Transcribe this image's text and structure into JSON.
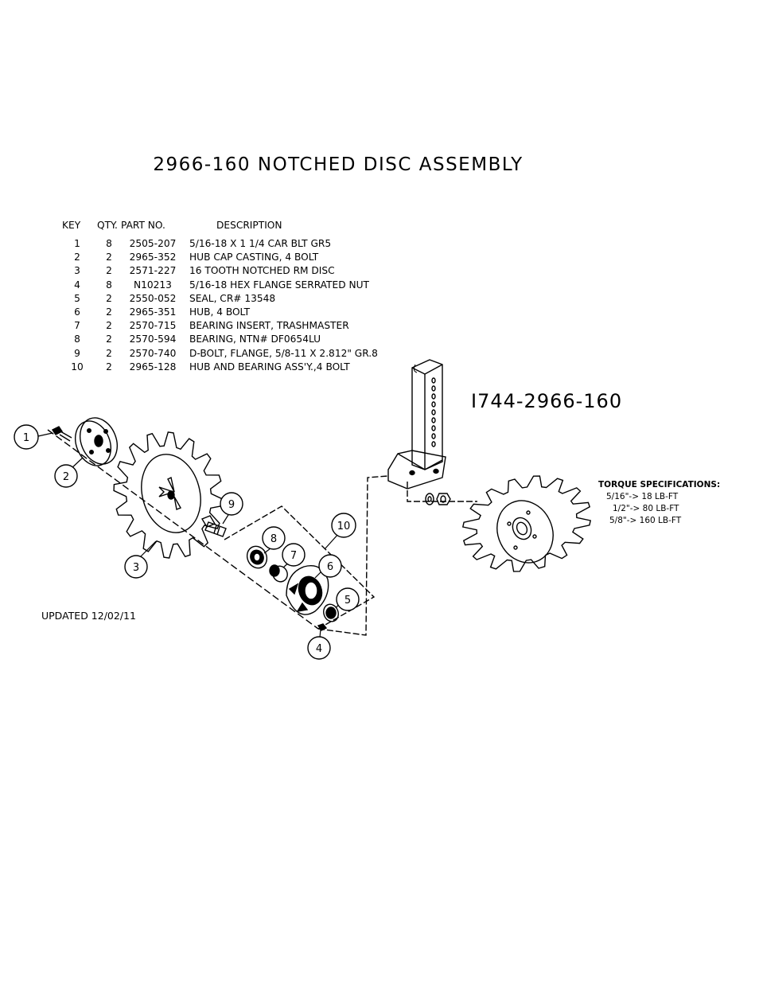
{
  "title": "2966-160 NOTCHED DISC ASSEMBLY",
  "parts_table": {
    "headers": [
      "KEY",
      "QTY.",
      "PART NO.",
      "DESCRIPTION"
    ],
    "rows": [
      {
        "key": "1",
        "qty": "8",
        "part_no": "2505-207",
        "description": "5/16-18 X 1 1/4 CAR BLT GR5"
      },
      {
        "key": "2",
        "qty": "2",
        "part_no": "2965-352",
        "description": "HUB CAP CASTING, 4 BOLT"
      },
      {
        "key": "3",
        "qty": "2",
        "part_no": "2571-227",
        "description": "16 TOOTH NOTCHED RM DISC"
      },
      {
        "key": "4",
        "qty": "8",
        "part_no": "N10213",
        "description": "5/16-18 HEX FLANGE SERRATED NUT"
      },
      {
        "key": "5",
        "qty": "2",
        "part_no": "2550-052",
        "description": "SEAL, CR# 13548"
      },
      {
        "key": "6",
        "qty": "2",
        "part_no": "2965-351",
        "description": "HUB, 4 BOLT"
      },
      {
        "key": "7",
        "qty": "2",
        "part_no": "2570-715",
        "description": "BEARING INSERT, TRASHMASTER"
      },
      {
        "key": "8",
        "qty": "2",
        "part_no": "2570-594",
        "description": "BEARING,  NTN# DF0654LU"
      },
      {
        "key": "9",
        "qty": "2",
        "part_no": "2570-740",
        "description": "D-BOLT, FLANGE, 5/8-11 X 2.812\" GR.8"
      },
      {
        "key": "10",
        "qty": "2",
        "part_no": "2965-128",
        "description": "HUB AND BEARING ASS'Y.,4 BOLT"
      }
    ]
  },
  "assembly_number": "I744-2966-160",
  "torque": {
    "heading": "TORQUE SPECIFICATIONS:",
    "rows": [
      "5/16\"-> 18 LB-FT",
      "1/2\"-> 80 LB-FT",
      "5/8\"-> 160 LB-FT"
    ]
  },
  "updated": "UPDATED 12/02/11",
  "balloons": [
    "1",
    "2",
    "3",
    "4",
    "5",
    "6",
    "7",
    "8",
    "9",
    "10"
  ]
}
